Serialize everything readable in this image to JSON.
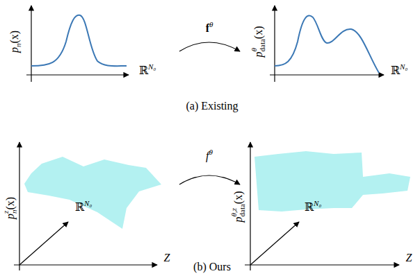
{
  "diagram": {
    "labels": [
      "p",
      "n",
      "(x)",
      "ℝ",
      "N₀",
      "f",
      "θ",
      "p",
      "θ",
      "data",
      "(x)",
      "ℝ",
      "N₀",
      "(a) Existing",
      "p",
      "z",
      "n",
      "(x)",
      "ℝ",
      "N₀",
      "Z",
      "f",
      "θ",
      "p",
      "θ,z",
      "data",
      "(x)",
      "ℝ",
      "N₀",
      "Z",
      "(b) Ours"
    ]
  }
}
